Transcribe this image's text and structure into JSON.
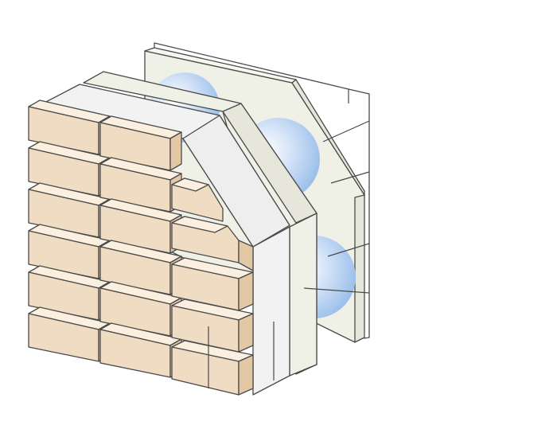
{
  "diagram": {
    "kind": "wall-section-cutaway",
    "layers": [
      {
        "id": "outer-panel",
        "icon": "panel-board"
      },
      {
        "id": "insulation-batts",
        "icon": "insulation-circle"
      },
      {
        "id": "inner-board",
        "icon": "board-layer"
      },
      {
        "id": "cavity-board",
        "icon": "board-layer"
      },
      {
        "id": "brick-veneer",
        "icon": "brick-layer"
      }
    ],
    "brick_grid": {
      "rows": 6,
      "courses_visible": 3
    },
    "leader_lines": 7,
    "colors": {
      "brick_face": "#f0dcc2",
      "brick_top": "#fbefe0",
      "brick_side": "#e3c8a6",
      "board": "#f0f0f0",
      "panel": "#eff0e6",
      "insulation": "#8fb8e8",
      "stroke": "#4a4a4a"
    }
  }
}
